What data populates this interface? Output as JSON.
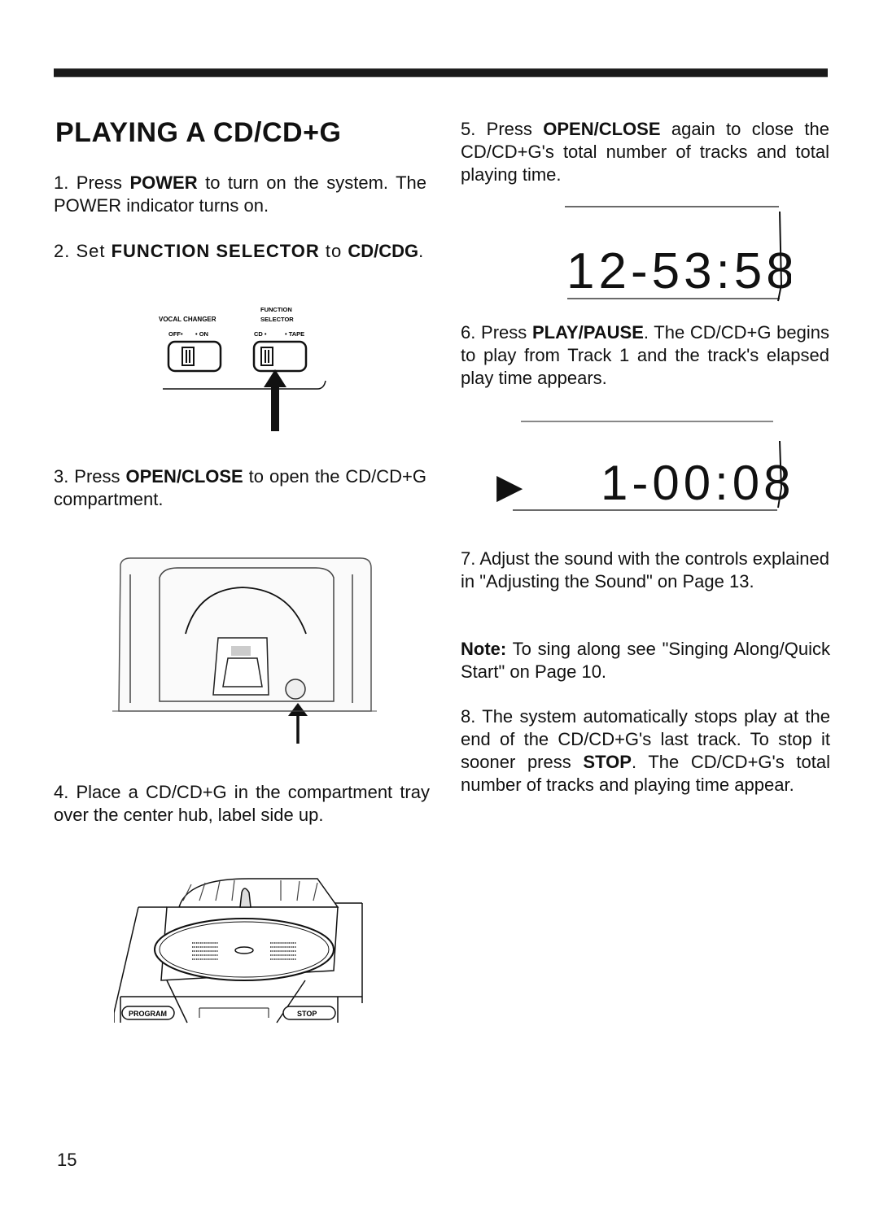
{
  "page": {
    "title": "PLAYING A CD/CD+G",
    "page_number": "15"
  },
  "steps": {
    "s1": {
      "pre": "1. Press ",
      "bold": "POWER",
      "post": " to turn on the system. The POWER indicator turns on."
    },
    "s2": {
      "pre": "2. Set ",
      "bold": "FUNCTION SELECTOR",
      "mid": " to ",
      "bold2": "CD/CDG",
      "post": "."
    },
    "s3": {
      "pre": "3. Press ",
      "bold": "OPEN/CLOSE",
      "post": " to open the CD/CD+G compartment."
    },
    "s4": {
      "text": "4. Place a CD/CD+G in the compartment tray over the center hub, label side up."
    },
    "s5": {
      "pre": "5. Press ",
      "bold": "OPEN/CLOSE",
      "post": " again to close the CD/CD+G's total number of tracks and total playing time."
    },
    "s6": {
      "pre": "6. Press ",
      "bold": "PLAY/PAUSE",
      "post": ". The CD/CD+G begins to play from Track 1 and the track's elapsed play time appears."
    },
    "s7": {
      "text": "7. Adjust the sound with the controls explained in \"Adjusting the Sound\" on Page 13."
    },
    "note": {
      "bold": "Note:",
      "post": " To sing along see \"Singing Along/Quick Start\" on Page 10."
    },
    "s8": {
      "pre": "8. The system automatically stops play at the end of the CD/CD+G's last track. To stop it sooner press ",
      "bold": "STOP",
      "post": ". The CD/CD+G's total number of tracks and playing time appear."
    }
  },
  "switch_panel": {
    "vocal_changer_label": "VOCAL CHANGER",
    "vocal_off": "OFF•",
    "vocal_on": "• ON",
    "function_label_1": "FUNCTION",
    "function_label_2": "SELECTOR",
    "func_cd": "CD •",
    "func_tape": "• TAPE"
  },
  "display_total": {
    "text": "12-53:58"
  },
  "display_elapsed": {
    "play_symbol": "▶",
    "text": "1-00:08"
  },
  "unit_buttons": {
    "program": "PROGRAM",
    "stop": "STOP"
  }
}
